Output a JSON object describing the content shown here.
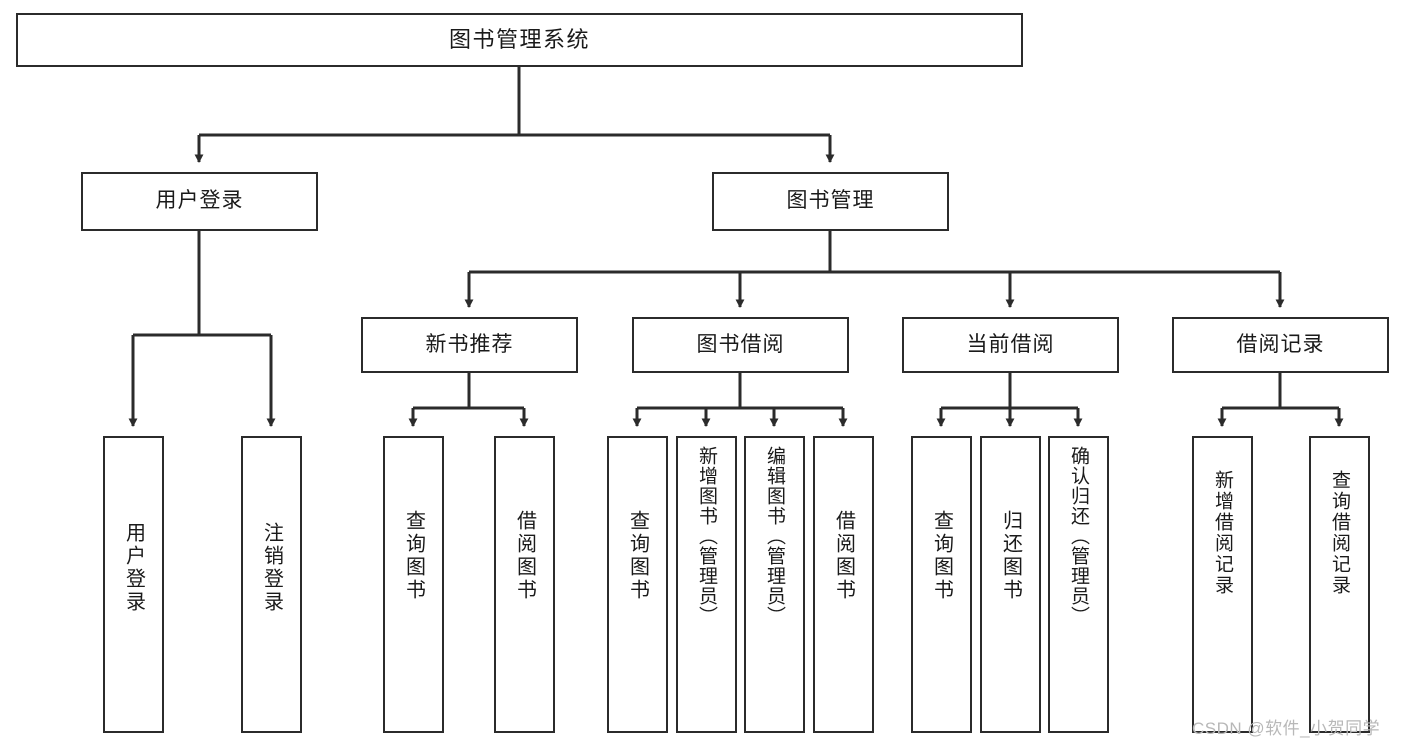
{
  "diagram": {
    "title": "图书管理系统",
    "type": "tree-hierarchy",
    "background_color": "#ffffff",
    "line_color": "#2b2b2b",
    "text_color": "#1a1a1a"
  },
  "root": {
    "label": "图书管理系统"
  },
  "level2": [
    {
      "label": "用户登录"
    },
    {
      "label": "图书管理"
    }
  ],
  "level3": [
    {
      "label": "新书推荐"
    },
    {
      "label": "图书借阅"
    },
    {
      "label": "当前借阅"
    },
    {
      "label": "借阅记录"
    }
  ],
  "leaves": {
    "user_login": [
      {
        "label": "用户登录"
      },
      {
        "label": "注销登录"
      }
    ],
    "new_book": [
      {
        "label": "查询图书"
      },
      {
        "label": "借阅图书"
      }
    ],
    "book_borrow": [
      {
        "label": "查询图书"
      },
      {
        "label": "新增图书（管理员）"
      },
      {
        "label": "编辑图书（管理员）"
      },
      {
        "label": "借阅图书"
      }
    ],
    "current_borrow": [
      {
        "label": "查询图书"
      },
      {
        "label": "归还图书"
      },
      {
        "label": "确认归还（管理员）"
      }
    ],
    "borrow_record": [
      {
        "label": "新增借阅记录"
      },
      {
        "label": "查询借阅记录"
      }
    ]
  },
  "watermark": {
    "text": "CSDN @软件_小贺同学",
    "color": "#b8b8b8"
  }
}
